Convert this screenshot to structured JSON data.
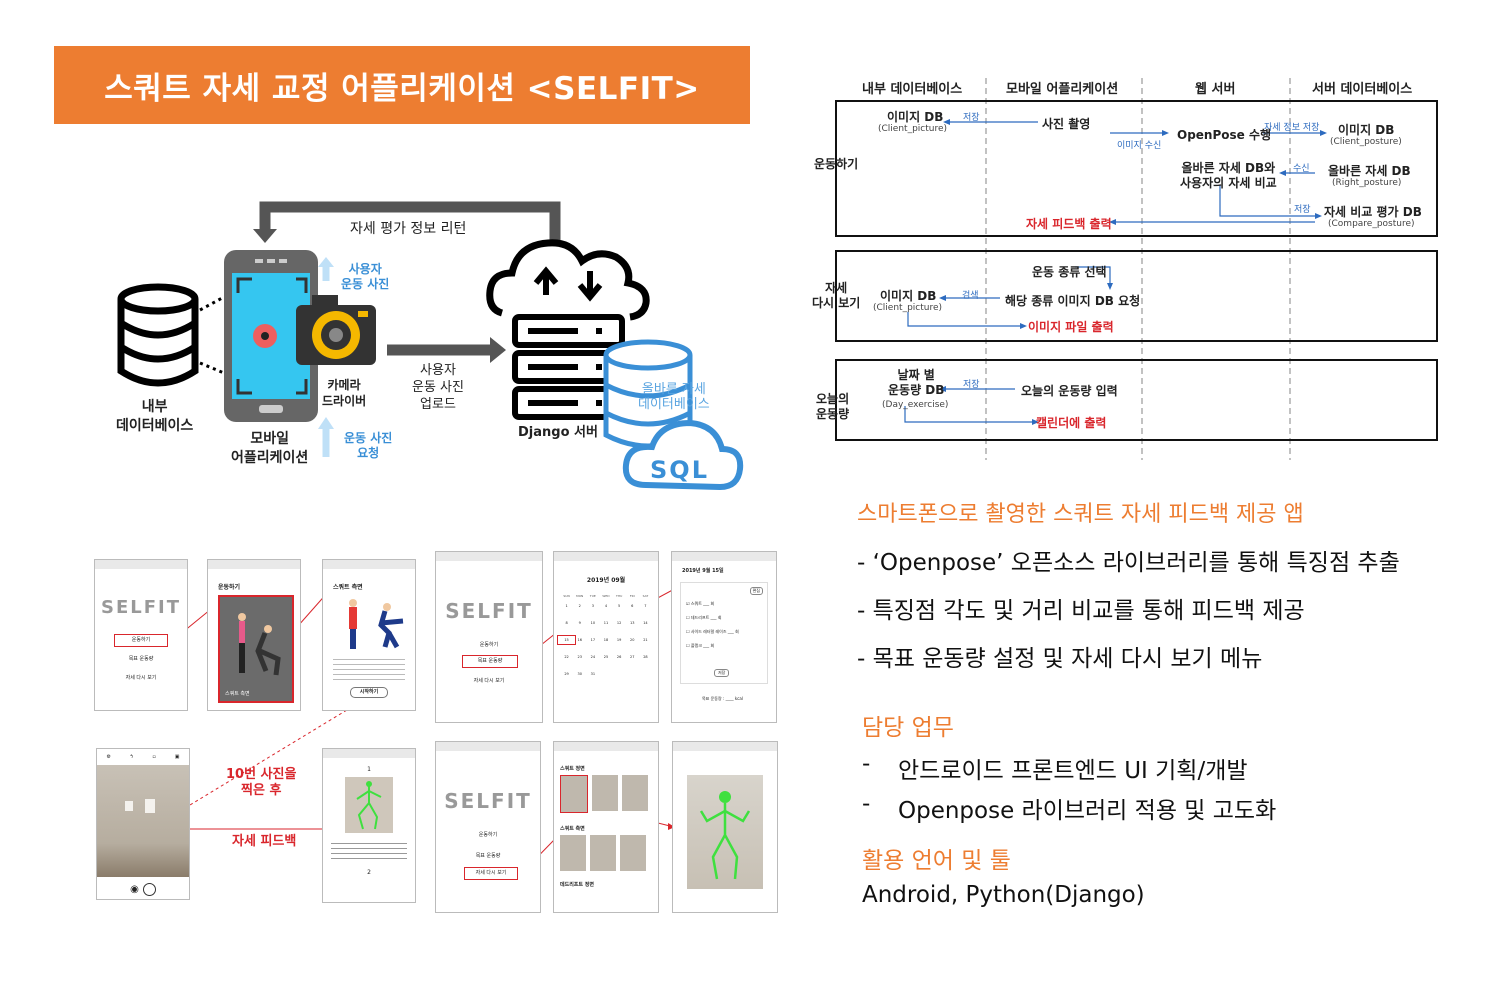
{
  "title": "스쿼트 자세 교정 어플리케이션 <SELFIT>",
  "architecture": {
    "feedback_return": "자세 평가 정보 리턴",
    "user_photo_up": "사용자\n운동 사진",
    "camera_driver": "카메라\n드라이버",
    "photo_request": "운동 사진\n요청",
    "internal_db": "내부\n데이터베이스",
    "mobile_app": "모바일\n어플리케이션",
    "upload": "사용자\n운동 사진\n업로드",
    "server": "Django 서버",
    "correct_db": "올바른 자세\n데이터베이스",
    "sql": "SQL"
  },
  "sequence": {
    "columns": [
      "내부 데이터베이스",
      "모바일 어플리케이션",
      "웹 서버",
      "서버 데이터베이스"
    ],
    "sections": [
      "운동하기",
      "자세\n다시 보기",
      "오늘의\n운동량"
    ],
    "s1_db": "이미지 DB",
    "s1_db_sub": "(Client_picture)",
    "s1_save": "저장",
    "s1_photo": "사진 촬영",
    "s1_recv": "이미지 수신",
    "s1_openpose": "OpenPose 수행",
    "s1_posture_save": "자세 정보 저장",
    "s1_db2": "이미지 DB",
    "s1_db2_sub": "(Client_posture)",
    "s1_compare": "올바른 자세 DB와\n사용자의 자세 비교",
    "s1_recv2": "수신",
    "s1_right": "올바른 자세 DB",
    "s1_right_sub": "(Right_posture)",
    "s1_save2": "저장",
    "s1_cmp_db": "자세 비교 평가 DB",
    "s1_cmp_db_sub": "(Compare_posture)",
    "s1_feedback": "자세 피드백 출력",
    "s2_select": "운동 종류 선택",
    "s2_db": "이미지 DB",
    "s2_db_sub": "(Client_picture)",
    "s2_search": "검색",
    "s2_request": "해당 종류 이미지 DB 요청",
    "s2_output": "이미지 파일 출력",
    "s3_db": "날짜 별\n운동량 DB",
    "s3_db_sub": "(Day_exercise)",
    "s3_save": "저장",
    "s3_input": "오늘의 운동량 입력",
    "s3_output": "캘린더에 출력"
  },
  "screens": {
    "logo": "SELFIT",
    "menu": [
      "운동하기",
      "목표 운동량",
      "자세 다시 보기"
    ],
    "exercise": "운동하기",
    "squat_side": "스쿼트 측면",
    "squat_side_caption": "스쿼트 측면",
    "start": "시작하기",
    "calendar_month": "2019년 09월",
    "weekdays": [
      "SUN",
      "MON",
      "TUE",
      "WED",
      "THU",
      "FRI",
      "SAT"
    ],
    "calendar_days": [
      "1",
      "2",
      "3",
      "4",
      "5",
      "6",
      "7",
      "8",
      "9",
      "10",
      "11",
      "12",
      "13",
      "14",
      "15",
      "16",
      "17",
      "18",
      "19",
      "20",
      "21",
      "22",
      "23",
      "24",
      "25",
      "26",
      "27",
      "28",
      "29",
      "30",
      "31"
    ],
    "date_detail": "2019년 9월 15일",
    "edit": "편집",
    "workouts": [
      "스쿼트",
      "데드리프트",
      "사이드 레터럴 레이즈",
      "플랭크"
    ],
    "count_unit": "회",
    "save": "저장",
    "goal": "목표 운동량 :",
    "kcal": "kcal",
    "after_10": "10번 사진을\n찍은 후",
    "posture_feedback": "자세 피드백",
    "page1": "1",
    "page2": "2",
    "front_squat": "스쿼트 정면",
    "side_squat": "스쿼트 측면",
    "deadlift_front": "데드리프트 정면"
  },
  "description": {
    "headline": "스마트폰으로 촬영한 스쿼트 자세 피드백 제공 앱",
    "bullets": [
      "- ‘Openpose’ 오픈소스 라이브러리를 통해 특징점 추출",
      "- 특징점 각도 및 거리 비교를 통해 피드백 제공",
      "- 목표 운동량 설정 및 자세 다시 보기 메뉴"
    ],
    "role_title": "담당 업무",
    "roles": [
      "안드로이드 프론트엔드 UI 기획/개발",
      "Openpose 라이브러리 적용 및 고도화"
    ],
    "role_dash": "-",
    "tools_title": "활용 언어 및 툴",
    "tools": "Android, Python(Django)"
  },
  "colors": {
    "accent": "#ed7d31",
    "phone_cyan": "#35c6f0",
    "arrow_gray": "#555555",
    "blue": "#3a8fd6",
    "red": "#d9262c"
  }
}
